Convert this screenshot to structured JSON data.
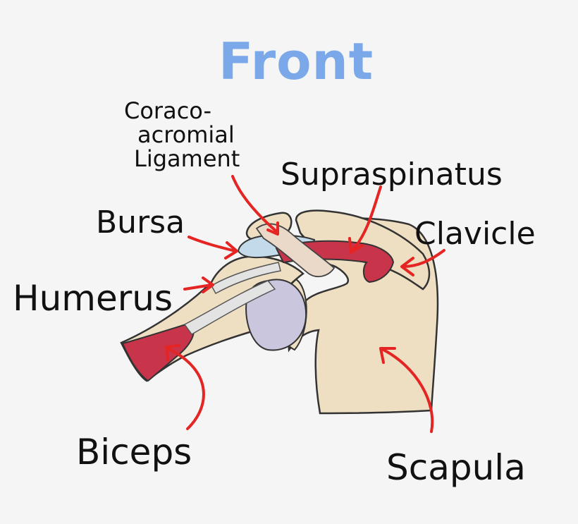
{
  "title": "Front",
  "labels": {
    "coraco_line1": "Coraco-",
    "coraco_line2": "acromial",
    "coraco_line3": "Ligament",
    "supraspinatus": "Supraspinatus",
    "bursa": "Bursa",
    "clavicle": "Clavicle",
    "humerus": "Humerus",
    "biceps": "Biceps",
    "scapula": "Scapula"
  },
  "colors": {
    "background": "#f5f5f5",
    "title": "#7aa8e8",
    "bone": "#eedfc2",
    "outline": "#333333",
    "muscle": "#c8344a",
    "tendon": "#e3e3e3",
    "bursa": "#c2daea",
    "humeral_head": "#c9c6dd",
    "arrow": "#e52424"
  }
}
